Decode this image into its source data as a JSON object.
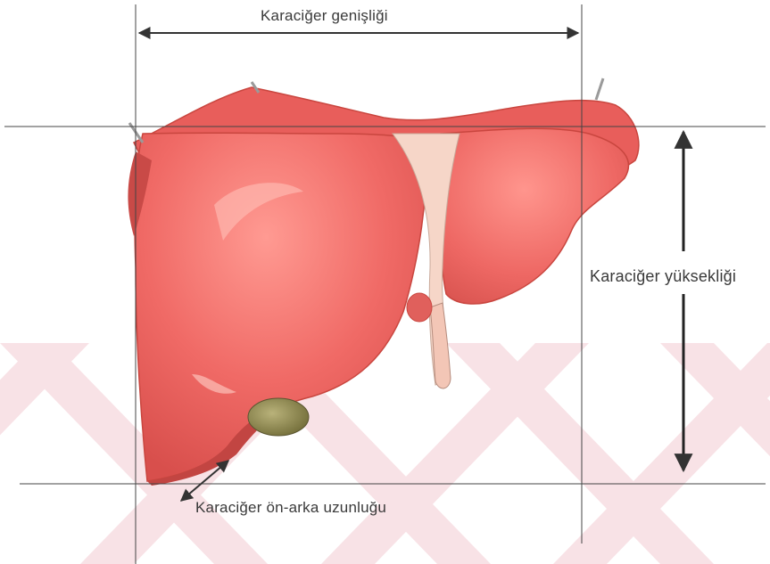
{
  "diagram": {
    "labels": {
      "width": "Karaciğer genişliği",
      "height": "Karaciğer yüksekliği",
      "depth": "Karaciğer ön-arka uzunluğu"
    },
    "colors": {
      "liver_main": "#ef6c6c",
      "liver_dark": "#d9544f",
      "liver_highlight": "#ff9e96",
      "ligament": "#f6d6c8",
      "gallbladder": "#8f8a4c",
      "lines": "#444444",
      "watermark": "#f7dde2"
    }
  }
}
